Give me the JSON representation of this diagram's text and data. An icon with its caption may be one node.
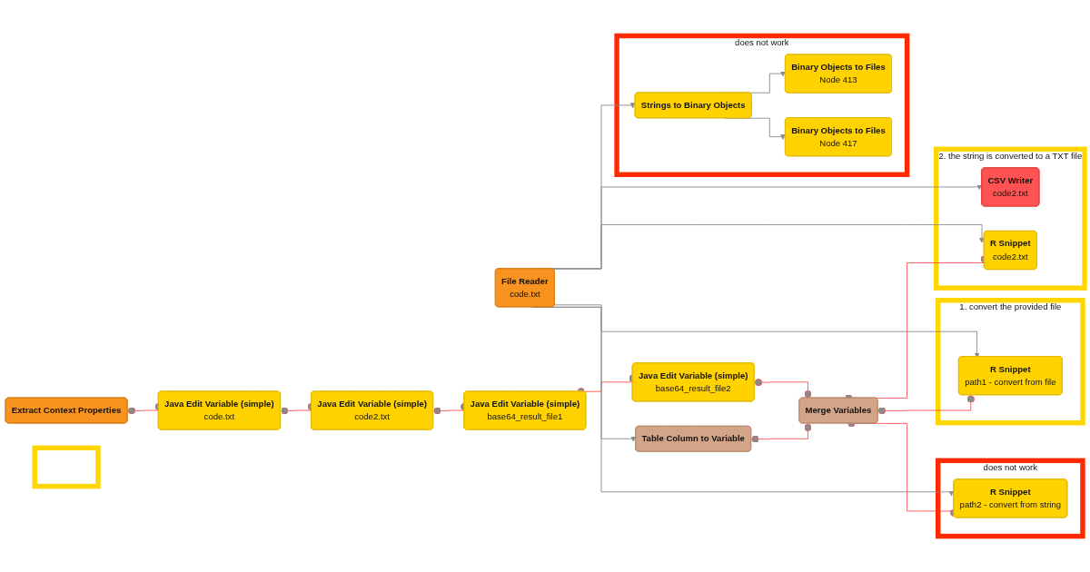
{
  "diagram": {
    "nodes": [
      {
        "text": [
          "Extract Context Properties"
        ]
      },
      {
        "text": [
          "Java Edit Variable (simple)",
          "code.txt"
        ]
      },
      {
        "text": [
          "Java Edit Variable (simple)",
          "code2.txt"
        ]
      },
      {
        "text": [
          "Java Edit Variable (simple)",
          "base64_result_file1"
        ]
      },
      {
        "text": [
          "Java Edit Variable (simple)",
          "base64_result_file2"
        ]
      },
      {
        "text": [
          "does not work"
        ]
      },
      {
        "text": [
          "R Snippet",
          "path2 - convert from string"
        ],
        "in": 5
      },
      {
        "text": [],
        "shape": "box"
      },
      {
        "text": [
          "1. convert the provided file"
        ]
      },
      {
        "text": [
          "R Snippet",
          "path1 - convert from file"
        ],
        "in": 8
      },
      {
        "text": [
          "File Reader",
          "code.txt"
        ]
      },
      {
        "text": [
          "Table Column to Variable"
        ]
      },
      {
        "text": [
          "Merge Variables"
        ]
      },
      {
        "text": [
          "does not work"
        ]
      },
      {
        "text": [
          "Strings to Binary Objects"
        ],
        "in": 13
      },
      {
        "text": [
          "Binary Objects to Files",
          "Node 413"
        ],
        "in": 13
      },
      {
        "text": [
          "Binary Objects to Files",
          "Node 417"
        ],
        "in": 13
      },
      {
        "text": [
          "2. the string is converted to a TXT file"
        ]
      },
      {
        "text": [
          "CSV Writer",
          "code2.txt"
        ],
        "in": 17
      },
      {
        "text": [
          "R Snippet",
          "code2.txt"
        ],
        "in": 17
      }
    ],
    "edges": [
      {
        "from": 0,
        "to": 1,
        "arrow": "other",
        "color": "#ff4d4d"
      },
      {
        "from": 1,
        "to": 2,
        "arrow": "other",
        "color": "#ff4d4d"
      },
      {
        "from": 2,
        "to": 3,
        "arrow": "other",
        "color": "#ff4d4d"
      },
      {
        "from": 3,
        "to": 4,
        "arrow": "other",
        "color": "#ff4d4d"
      },
      {
        "from": 4,
        "to": 12,
        "arrow": "other",
        "color": "#ff4d4d"
      },
      {
        "from": 10,
        "to": 11,
        "arrow": "to",
        "color": "#8a8a8a"
      },
      {
        "from": 10,
        "to": 6,
        "arrow": "to",
        "color": "#8a8a8a"
      },
      {
        "from": 10,
        "to": 14,
        "arrow": "to",
        "color": "#8a8a8a"
      },
      {
        "from": 10,
        "to": 9,
        "arrow": "to",
        "color": "#8a8a8a"
      },
      {
        "from": 10,
        "to": 18,
        "arrow": "to",
        "color": "#8a8a8a"
      },
      {
        "from": 10,
        "to": 19,
        "arrow": "to",
        "color": "#8a8a8a"
      },
      {
        "from": 11,
        "to": 12,
        "arrow": "other",
        "color": "#ff4d4d"
      },
      {
        "from": 12,
        "to": 6,
        "arrow": "other",
        "color": "#ff4d4d"
      },
      {
        "from": 12,
        "to": 9,
        "arrow": "other",
        "color": "#ff4d4d"
      },
      {
        "from": 12,
        "to": 19,
        "arrow": "other",
        "color": "#ff4d4d"
      },
      {
        "from": 14,
        "to": 15,
        "arrow": "to",
        "color": "#8a8a8a"
      },
      {
        "from": 14,
        "to": 16,
        "arrow": "to",
        "color": "#8a8a8a"
      }
    ]
  }
}
